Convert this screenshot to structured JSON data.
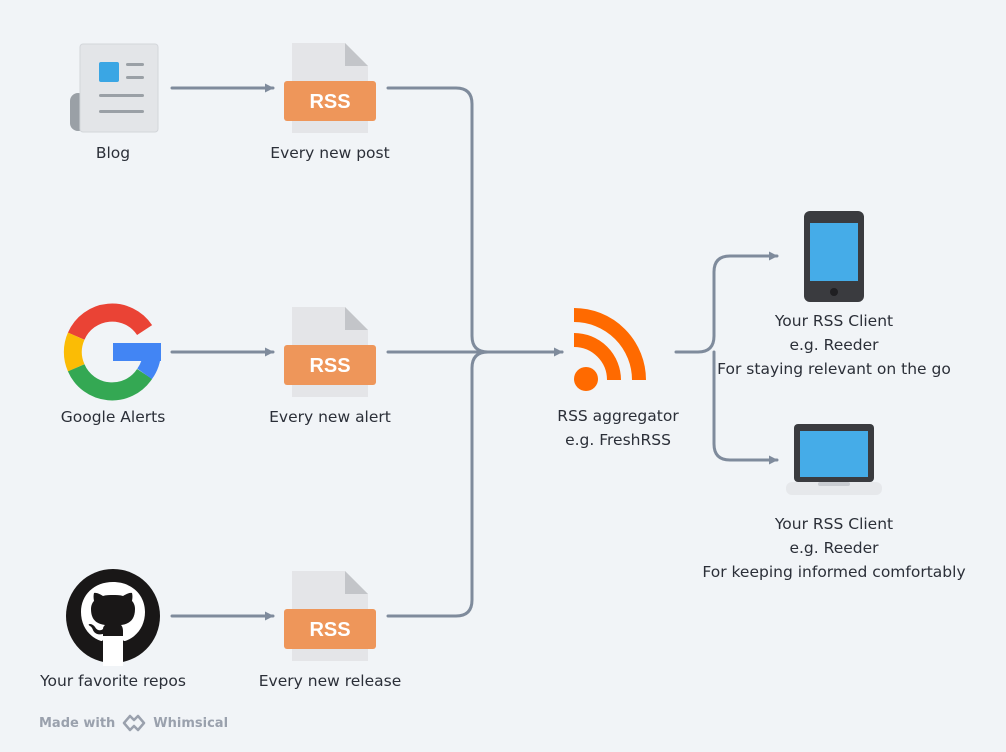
{
  "sources": [
    {
      "name": "blog",
      "label": "Blog",
      "icon": "newspaper-icon"
    },
    {
      "name": "google-alerts",
      "label": "Google Alerts",
      "icon": "google-icon"
    },
    {
      "name": "repos",
      "label": "Your favorite repos",
      "icon": "github-icon"
    }
  ],
  "feeds": [
    {
      "label": "Every new post",
      "badge": "RSS"
    },
    {
      "label": "Every new alert",
      "badge": "RSS"
    },
    {
      "label": "Every new release",
      "badge": "RSS"
    }
  ],
  "aggregator": {
    "line1": "RSS aggregator",
    "line2": "e.g. FreshRSS",
    "icon": "rss-icon"
  },
  "clients": [
    {
      "line1": "Your RSS Client",
      "line2": "e.g. Reeder",
      "line3": "For staying relevant on the go",
      "icon": "phone-icon"
    },
    {
      "line1": "Your RSS Client",
      "line2": "e.g. Reeder",
      "line3": "For keeping informed comfortably",
      "icon": "laptop-icon"
    }
  ],
  "footer": {
    "made_with": "Made with",
    "brand": "Whimsical"
  },
  "colors": {
    "background": "#f1f4f7",
    "connector": "#7f8b9c",
    "rss_orange": "#ff6a00",
    "badge_orange": "#ee965a",
    "screen_blue": "#45ace8"
  }
}
